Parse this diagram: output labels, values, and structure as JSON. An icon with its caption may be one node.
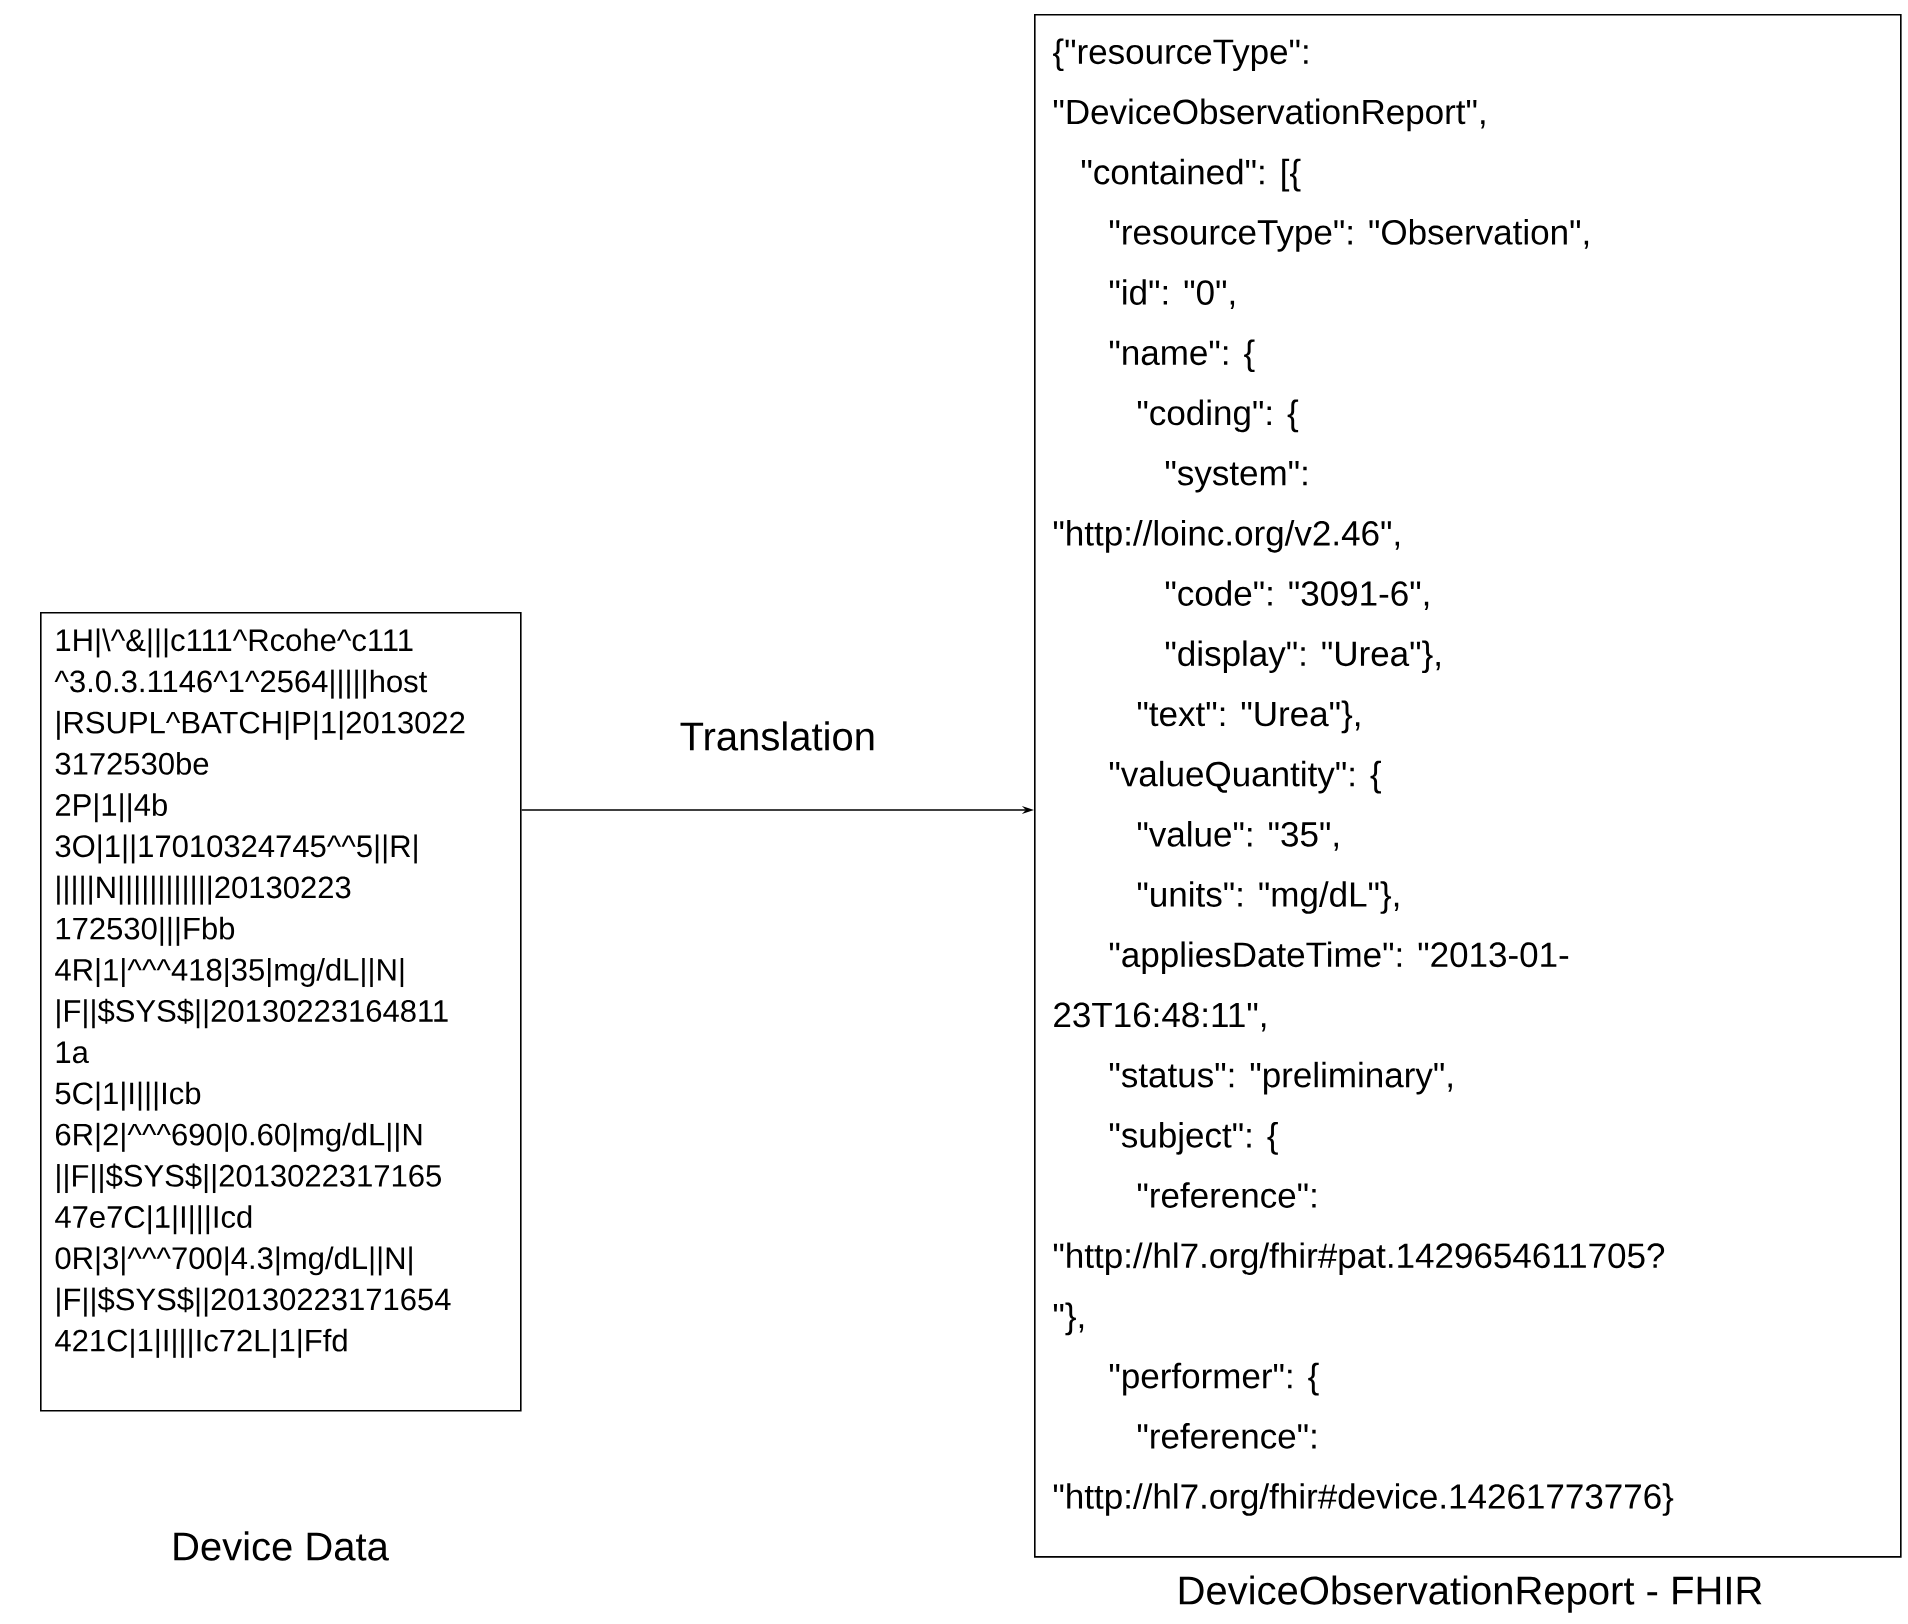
{
  "diagram": {
    "nodes": [
      {
        "text": [
          "1H|\\^&|||c111^Rcohe^c111",
          "^3.0.3.1146^1^2564|||||host",
          "|RSUPL^BATCH|P|1|2013022",
          "3172530be",
          "2P|1||4b",
          "3O|1||17010324745^^5||R|",
          "|||||N||||||||||||20130223",
          "172530|||Fbb",
          "4R|1|^^^418|35|mg/dL||N|",
          "|F||$SYS$||20130223164811",
          "1a",
          "5C|1|I|||Icb",
          "6R|2|^^^690|0.60|mg/dL||N",
          "||F||$SYS$||2013022317165",
          "47e7C|1|I|||Icd",
          "0R|3|^^^700|4.3|mg/dL||N|",
          "|F||$SYS$||20130223171654",
          "421C|1|I|||Ic72L|1|Ffd"
        ],
        "beside": [
          "Device Data"
        ]
      },
      {
        "text": [
          "{\"resourceType\":",
          "\"DeviceObservationReport\",",
          "\"contained\": [{",
          "\"resourceType\": \"Observation\",",
          "\"id\": \"0\",",
          "\"name\": {",
          "\"coding\": {",
          "\"system\":",
          "\"http://loinc.org/v2.46\",",
          "\"code\": \"3091-6\",",
          "\"display\": \"Urea\"},",
          "\"text\": \"Urea\"},",
          "\"valueQuantity\": {",
          "\"value\": \"35\",",
          "\"units\": \"mg/dL\"},",
          "\"appliesDateTime\": \"2013-01-",
          "23T16:48:11\",",
          "\"status\": \"preliminary\",",
          "\"subject\": {",
          "\"reference\":",
          "\"http://hl7.org/fhir#pat.1429654611705?",
          "\"},",
          "\"performer\": {",
          "\"reference\":",
          "\"http://hl7.org/fhir#device.14261773776}"
        ],
        "beside": [
          "DeviceObservationReport - FHIR"
        ]
      }
    ],
    "edges": [
      {
        "from": 0,
        "to": 1,
        "arrow": "to",
        "label": "Translation"
      }
    ]
  }
}
